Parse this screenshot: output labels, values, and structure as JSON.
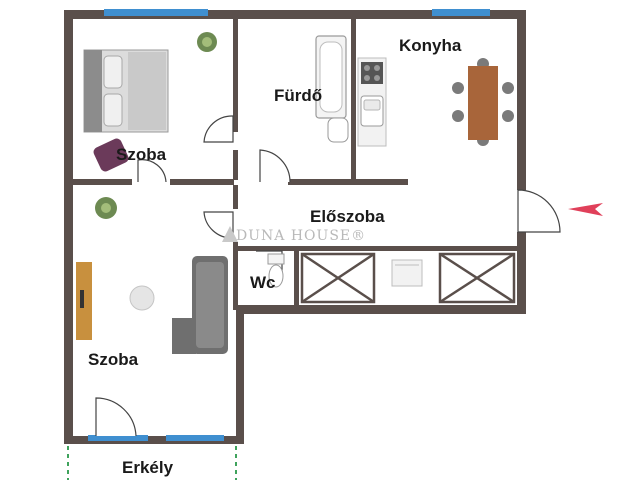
{
  "rooms": {
    "bedroom": "Szoba",
    "bathroom": "Fürdő",
    "kitchen": "Konyha",
    "hall": "Előszoba",
    "wc": "Wc",
    "living": "Szoba",
    "balcony": "Erkély"
  },
  "watermark": "DUNA HOUSE®",
  "colors": {
    "wall": "#5a4f4b",
    "window": "#3f8fd0",
    "entrance_arrow": "#e0405a"
  }
}
